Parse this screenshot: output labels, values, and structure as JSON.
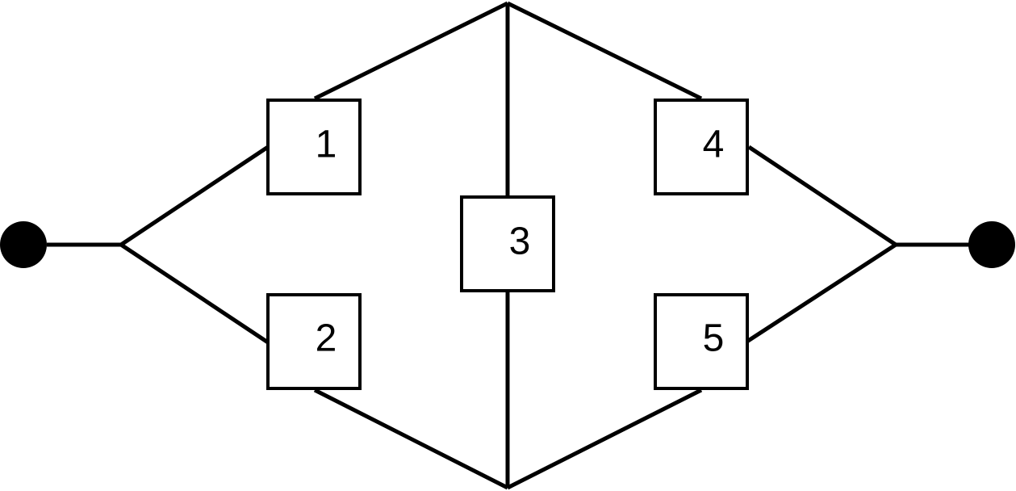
{
  "diagram": {
    "components": [
      {
        "id": "1",
        "label": "1"
      },
      {
        "id": "2",
        "label": "2"
      },
      {
        "id": "3",
        "label": "3"
      },
      {
        "id": "4",
        "label": "4"
      },
      {
        "id": "5",
        "label": "5"
      }
    ],
    "terminals": [
      "input",
      "output"
    ],
    "connections": [
      [
        "input",
        "1"
      ],
      [
        "input",
        "2"
      ],
      [
        "1",
        "3"
      ],
      [
        "1",
        "4"
      ],
      [
        "2",
        "3"
      ],
      [
        "2",
        "5"
      ],
      [
        "3",
        "4"
      ],
      [
        "3",
        "5"
      ],
      [
        "4",
        "output"
      ],
      [
        "5",
        "output"
      ]
    ]
  },
  "colors": {
    "stroke": "#000000",
    "background": "#ffffff"
  }
}
